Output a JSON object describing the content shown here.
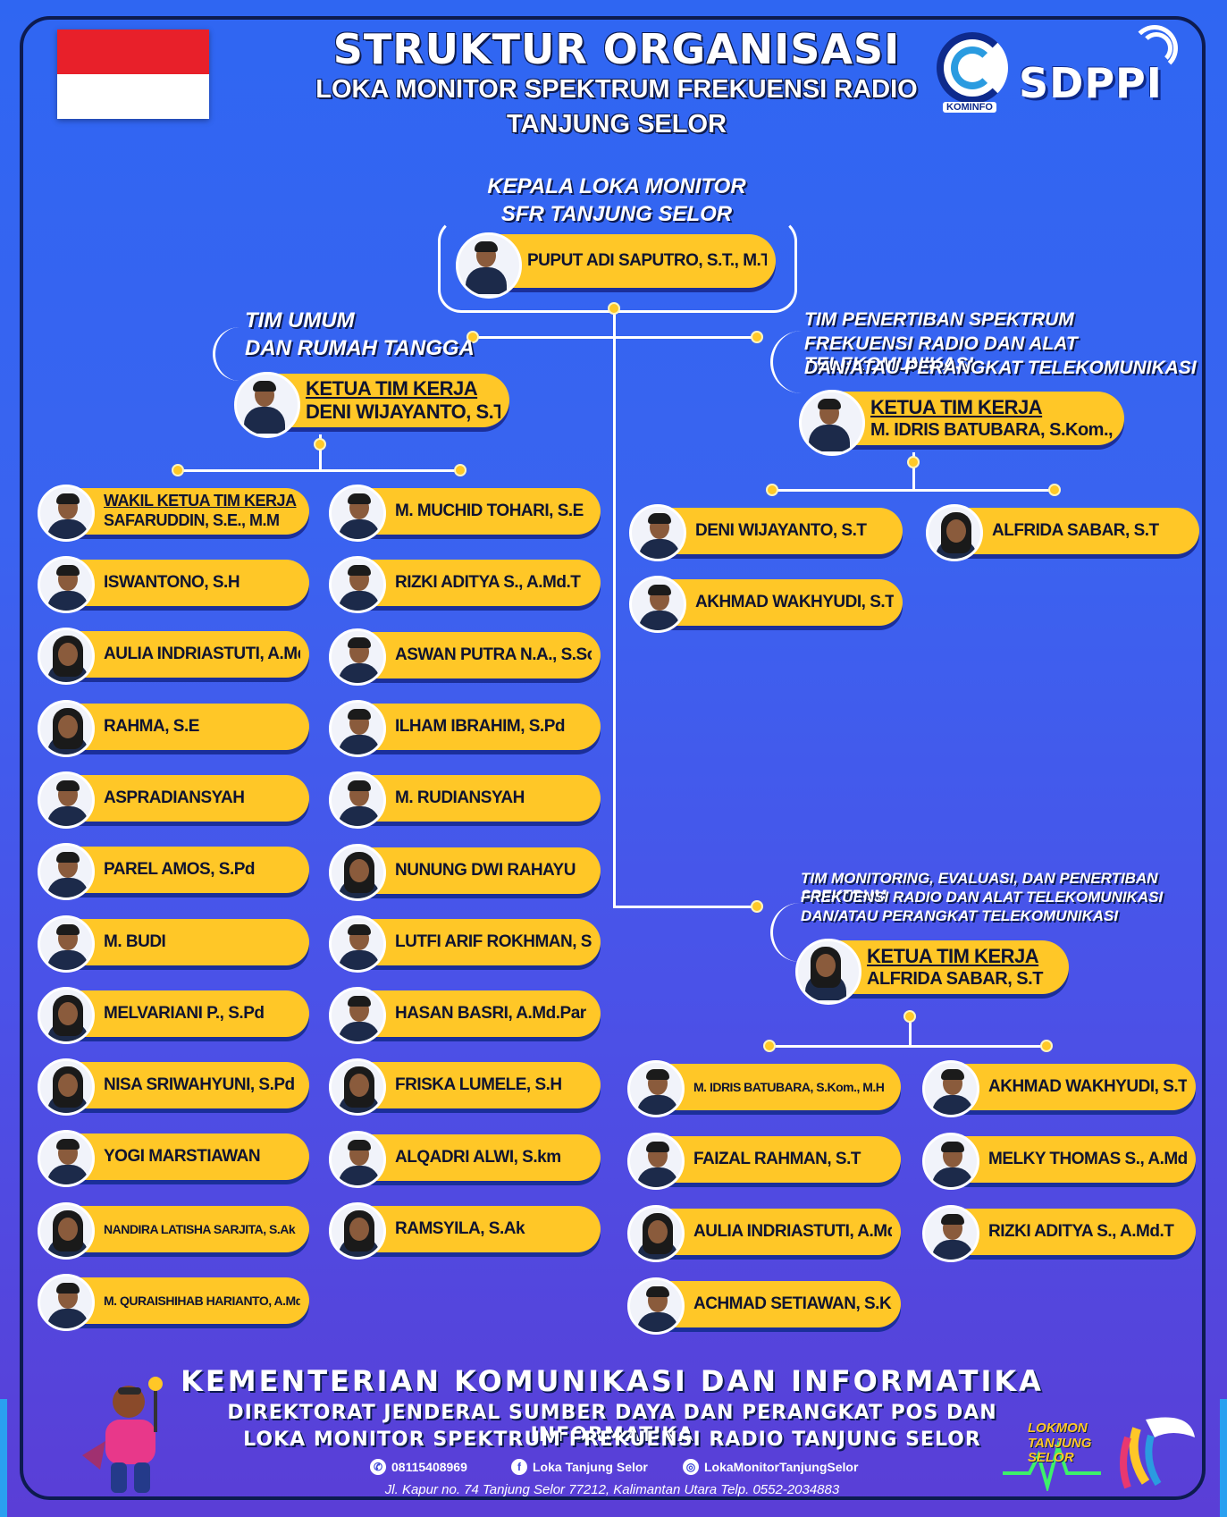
{
  "header": {
    "title": "STRUKTUR ORGANISASI",
    "subtitle1": "LOKA MONITOR SPEKTRUM FREKUENSI RADIO",
    "subtitle2": "TANJUNG SELOR",
    "logo_text": "SDPPI",
    "logo_sub": "KOMINFO"
  },
  "head_unit": {
    "caption1": "KEPALA LOKA MONITOR",
    "caption2": "SFR TANJUNG SELOR",
    "name": "PUPUT ADI SAPUTRO, S.T., M.T"
  },
  "team_umum": {
    "caption1": "TIM UMUM",
    "caption2": "DAN RUMAH TANGGA",
    "leader_role": "KETUA TIM KERJA",
    "leader_name": "DENI WIJAYANTO, S.T",
    "deputy_role": "WAKIL KETUA TIM KERJA",
    "deputy_name": "SAFARUDDIN, S.E., M.M",
    "col1": [
      "ISWANTONO, S.H",
      "AULIA INDRIASTUTI, A.Md",
      "RAHMA, S.E",
      "ASPRADIANSYAH",
      "PAREL AMOS, S.Pd",
      "M. BUDI",
      "MELVARIANI P., S.Pd",
      "NISA SRIWAHYUNI, S.Pd",
      "YOGI MARSTIAWAN",
      "NANDIRA LATISHA SARJITA, S.Ak",
      "M. QURAISHIHAB HARIANTO, A.Md"
    ],
    "col2": [
      "M. MUCHID TOHARI, S.E",
      "RIZKI ADITYA S., A.Md.T",
      "ASWAN PUTRA N.A., S.Sos",
      "ILHAM IBRAHIM, S.Pd",
      "M. RUDIANSYAH",
      "NUNUNG DWI RAHAYU",
      "LUTFI ARIF ROKHMAN, S.P",
      "HASAN BASRI, A.Md.Par",
      "FRISKA LUMELE, S.H",
      "ALQADRI ALWI, S.km",
      "RAMSYILA, S.Ak"
    ]
  },
  "team_penertiban": {
    "caption1": "TIM PENERTIBAN SPEKTRUM",
    "caption2": "FREKUENSI RADIO DAN ALAT TELEKOMUNIKASI",
    "caption3": "DAN/ATAU PERANGKAT TELEKOMUNIKASI",
    "leader_role": "KETUA TIM KERJA",
    "leader_name": "M. IDRIS BATUBARA, S.Kom., M.H",
    "members": [
      "DENI WIJAYANTO, S.T",
      "ALFRIDA SABAR, S.T",
      "AKHMAD WAKHYUDI, S.T"
    ]
  },
  "team_monitoring": {
    "caption1": "TIM MONITORING, EVALUASI, DAN PENERTIBAN SPEKTRUM",
    "caption2": "FREKUENSI RADIO DAN ALAT TELEKOMUNIKASI",
    "caption3": "DAN/ATAU PERANGKAT TELEKOMUNIKASI",
    "leader_role": "KETUA TIM KERJA",
    "leader_name": "ALFRIDA SABAR, S.T",
    "col1": [
      "M. IDRIS BATUBARA, S.Kom., M.H",
      "FAIZAL RAHMAN, S.T",
      "AULIA INDRIASTUTI, A.Md",
      "ACHMAD SETIAWAN, S.Kom"
    ],
    "col2": [
      "AKHMAD WAKHYUDI, S.T",
      "MELKY THOMAS S., A.Md",
      "RIZKI ADITYA S., A.Md.T"
    ]
  },
  "footer": {
    "line1": "KEMENTERIAN KOMUNIKASI DAN INFORMATIKA",
    "line2": "DIREKTORAT JENDERAL SUMBER DAYA DAN PERANGKAT POS DAN INFORMATIKA",
    "line3": "LOKA MONITOR SPEKTRUM FREKUENSI RADIO TANJUNG SELOR",
    "phone": "08115408969",
    "facebook": "Loka Tanjung Selor",
    "instagram": "LokaMonitorTanjungSelor",
    "address": "Jl. Kapur no. 74 Tanjung Selor 77212, Kalimantan Utara Telp. 0552-2034883",
    "brand": "LOKMON TANJUNG SELOR"
  },
  "colors": {
    "pill": "#ffc727",
    "bg_top": "#2f66f2",
    "bg_bottom": "#5a3ed6"
  }
}
